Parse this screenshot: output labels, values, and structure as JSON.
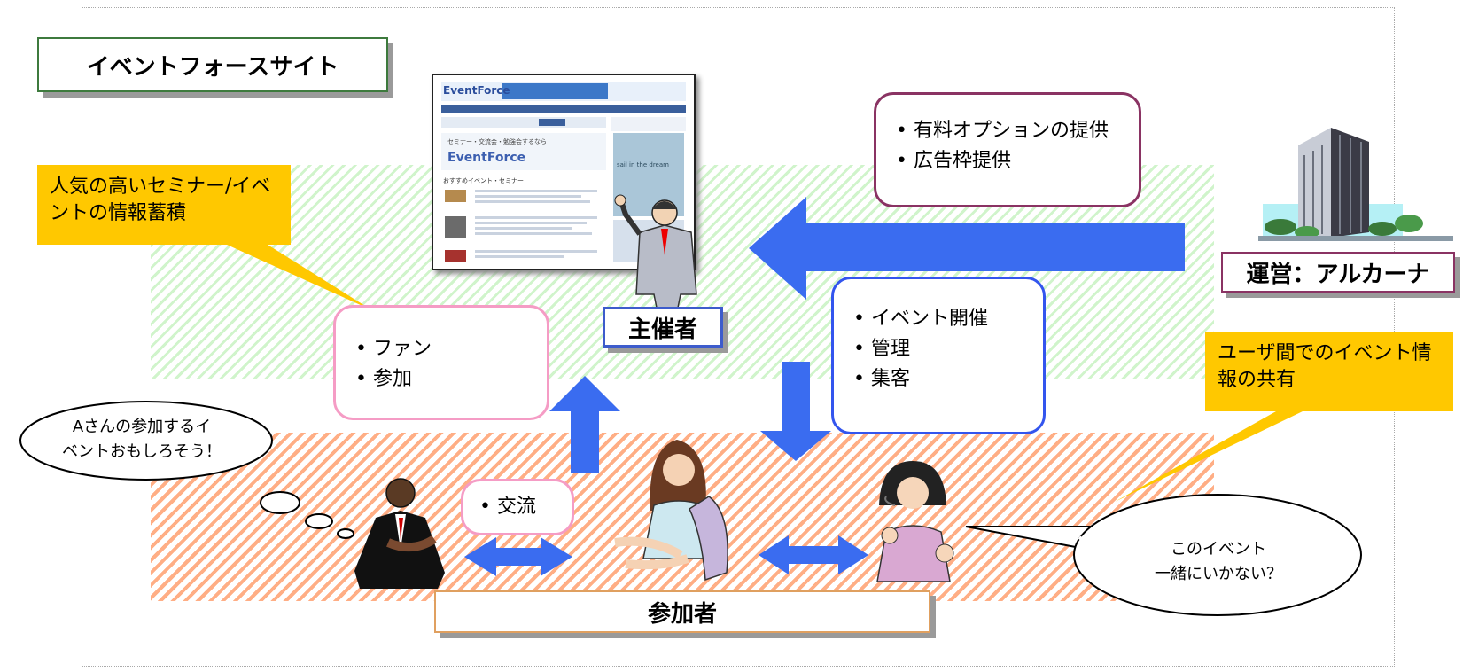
{
  "site_title": "イベントフォースサイト",
  "callouts": {
    "left": "人気の高いセミナー/イベントの情報蓄積",
    "right": "ユーザ間でのイベント情報の共有"
  },
  "operator_box": {
    "items": [
      "有料オプションの提供",
      "広告枠提供"
    ]
  },
  "operator_label": "運営：アルカーナ",
  "organizer_label": "主催者",
  "organizer_box": {
    "items": [
      "イベント開催",
      "管理",
      "集客"
    ]
  },
  "fan_box": {
    "items": [
      "ファン",
      "参加"
    ]
  },
  "exchange_box": {
    "items": [
      "交流"
    ]
  },
  "participant_label": "参加者",
  "thought_bubble": {
    "line1": "Aさんの参加するイ",
    "line2": "ベントおもしろそう！"
  },
  "speech_bubble": {
    "line1": "このイベント",
    "line2": "一緒にいかない？"
  },
  "site_screenshot": {
    "logo": "EventForce",
    "tagline": "セミナー・交流会・勉強会するなら",
    "logo2": "EventForce",
    "section": "おすすめイベント・セミナー",
    "sea_text": "sail in the dream"
  },
  "colors": {
    "arrow": "#3a6cf0",
    "callout": "#ffc800",
    "operator_border": "#8a3363",
    "organizer_border": "#3355ee",
    "fan_border": "#f59cc5",
    "site_title_border": "#3d7a3d"
  },
  "icons": [
    "building-icon",
    "organizer-person-icon",
    "participant-man-icon",
    "participant-woman-icon",
    "headset-woman-icon"
  ]
}
